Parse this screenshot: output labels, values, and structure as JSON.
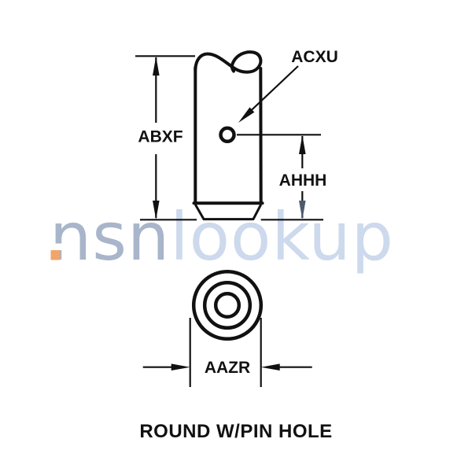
{
  "watermark": {
    "part1": "nsn",
    "part2": "lookup",
    "part1_color": "#a8b5ca",
    "part2_color": "#cdd9ec",
    "accent_color": "#f2a469"
  },
  "figure": {
    "caption": "ROUND W/PIN HOLE",
    "labels": {
      "pin_hole": "ACXU",
      "overall_height": "ABXF",
      "hole_height": "AHHH",
      "diameter": "AAZR"
    },
    "line_color": "#111111",
    "tinted_arrow_color": "#4d5b6d"
  }
}
